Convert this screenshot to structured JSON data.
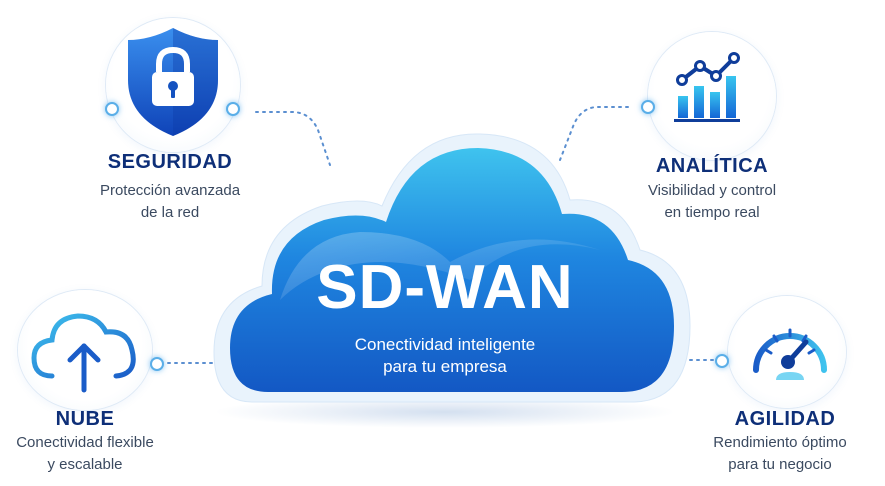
{
  "center": {
    "title": "SD-WAN",
    "subtitle_line1": "Conectividad inteligente",
    "subtitle_line2": "para tu empresa"
  },
  "features": {
    "security": {
      "title": "SEGURIDAD",
      "line1": "Protección avanzada",
      "line2": "de la red",
      "icon": "shield-lock-icon"
    },
    "analytics": {
      "title": "ANALÍTICA",
      "line1": "Visibilidad y control",
      "line2": "en tiempo real",
      "icon": "bar-chart-icon"
    },
    "cloud": {
      "title": "NUBE",
      "line1": "Conectividad flexible",
      "line2": "y escalable",
      "icon": "cloud-upload-icon"
    },
    "agility": {
      "title": "AGILIDAD",
      "line1": "Rendimiento óptimo",
      "line2": "para tu negocio",
      "icon": "speedometer-icon"
    }
  },
  "colors": {
    "primary_blue": "#1f6fd6",
    "dark_navy": "#0e2f78",
    "cyan": "#3fc3ee",
    "text_gray": "#3b4a60"
  }
}
